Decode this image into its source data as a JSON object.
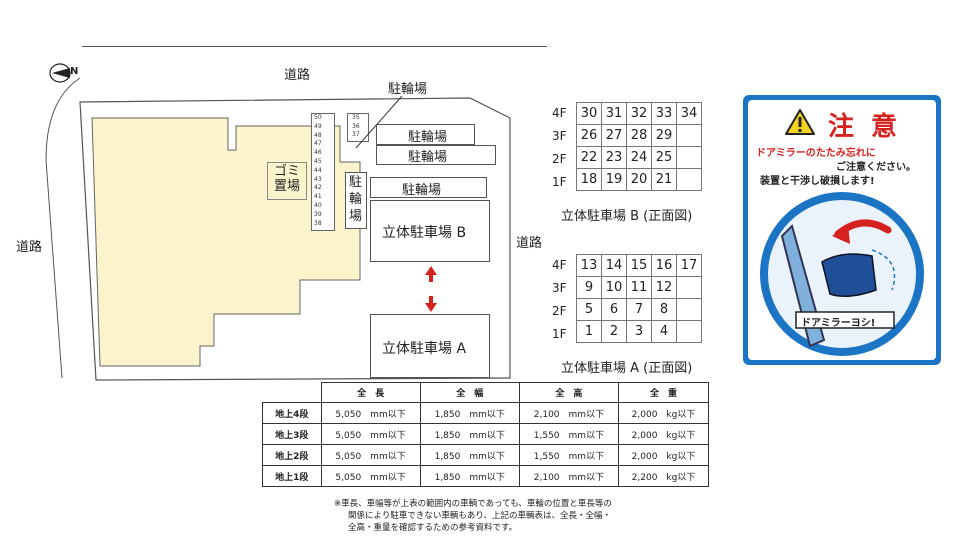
{
  "site": {
    "road_top": "道路",
    "road_left": "道路",
    "road_right": "道路",
    "bicycle_callout": "駐輪場",
    "bicycle_1": "駐輪場",
    "bicycle_2": "駐輪場",
    "bicycle_3": "駐輪場",
    "bicycle_vertical": "駐\n輪\n場",
    "garbage": "ゴミ\n置場",
    "parking_b": "立体駐車場 B",
    "parking_a": "立体駐車場 A",
    "compass_letter": "N",
    "slots_left": [
      "50",
      "49",
      "48",
      "47",
      "46",
      "45",
      "44",
      "43",
      "42",
      "41",
      "40",
      "39",
      "38"
    ],
    "slots_right": [
      "35",
      "36",
      "37"
    ]
  },
  "parking_b_grid": {
    "floors": [
      "4F",
      "3F",
      "2F",
      "1F"
    ],
    "rows": [
      [
        "30",
        "31",
        "32",
        "33",
        "34"
      ],
      [
        "26",
        "27",
        "28",
        "29",
        ""
      ],
      [
        "22",
        "23",
        "24",
        "25",
        ""
      ],
      [
        "18",
        "19",
        "20",
        "21",
        ""
      ]
    ],
    "caption": "立体駐車場 B (正面図)"
  },
  "parking_a_grid": {
    "floors": [
      "4F",
      "3F",
      "2F",
      "1F"
    ],
    "rows": [
      [
        "13",
        "14",
        "15",
        "16",
        "17"
      ],
      [
        "9",
        "10",
        "11",
        "12",
        ""
      ],
      [
        "5",
        "6",
        "7",
        "8",
        ""
      ],
      [
        "1",
        "2",
        "3",
        "4",
        ""
      ]
    ],
    "caption": "立体駐車場 A (正面図)"
  },
  "spec_table": {
    "headers": [
      "全　長",
      "全　幅",
      "全　高",
      "全　重"
    ],
    "rows": [
      {
        "level": "地上4段",
        "values": [
          "5,050　mm以下",
          "1,850　mm以下",
          "2,100　mm以下",
          "2,000　kg以下"
        ]
      },
      {
        "level": "地上3段",
        "values": [
          "5,050　mm以下",
          "1,850　mm以下",
          "1,550　mm以下",
          "2,000　kg以下"
        ]
      },
      {
        "level": "地上2段",
        "values": [
          "5,050　mm以下",
          "1,850　mm以下",
          "1,550　mm以下",
          "2,000　kg以下"
        ]
      },
      {
        "level": "地上1段",
        "values": [
          "5,050　mm以下",
          "1,850　mm以下",
          "2,100　mm以下",
          "2,200　kg以下"
        ]
      }
    ],
    "note": [
      "※車長、車幅等が上表の範囲内の車輌であっても、車輪の位置と車長等の",
      "関係により駐車できない車輌もあり、上記の車輌表は、全長・全幅・",
      "全高・重量を確認するための参考資料です。"
    ]
  },
  "warning": {
    "title": "注 意",
    "line1": "ドアミラーのたたみ忘れに",
    "line2": "ご注意ください。",
    "line3": "装置と干渉し破損します!",
    "bubble": "ドアミラーヨシ!",
    "colors": {
      "frame": "#1c74c4",
      "red": "#d6221e",
      "yellow": "#f2d21b"
    }
  }
}
